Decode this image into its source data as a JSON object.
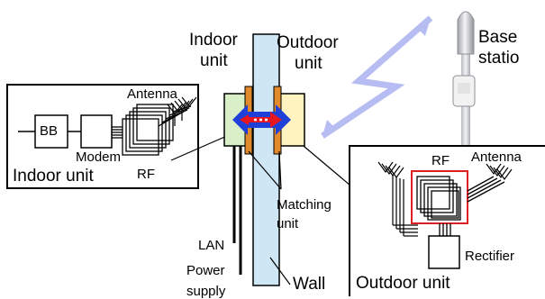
{
  "labels": {
    "indoor_unit_top": [
      "Indoor",
      "unit"
    ],
    "outdoor_unit_top": [
      "Outdoor",
      "unit"
    ],
    "base_station": [
      "Base",
      "statio"
    ],
    "antenna_left": "Antenna",
    "bb": "BB",
    "modem": "Modem",
    "rf_left": "RF",
    "indoor_unit_box": "Indoor unit",
    "matching_unit": [
      "Matching",
      "unit"
    ],
    "lan": "LAN",
    "power_supply": [
      "Power",
      "supply"
    ],
    "wall": "Wall",
    "rf_right": "RF",
    "antenna_right": "Antenna",
    "rectifier": "Rectifier",
    "outdoor_unit_box": "Outdoor unit"
  },
  "colors": {
    "wall": "#cfe6f4",
    "indoor_unit": "#d8efc8",
    "outdoor_unit": "#fff3c0",
    "matching": "#e08a2c",
    "arrow_blue": "#1e3fd8",
    "arrow_red": "#e8171f",
    "wireless": "#b7bdf2",
    "rf_box": "#e02020"
  }
}
